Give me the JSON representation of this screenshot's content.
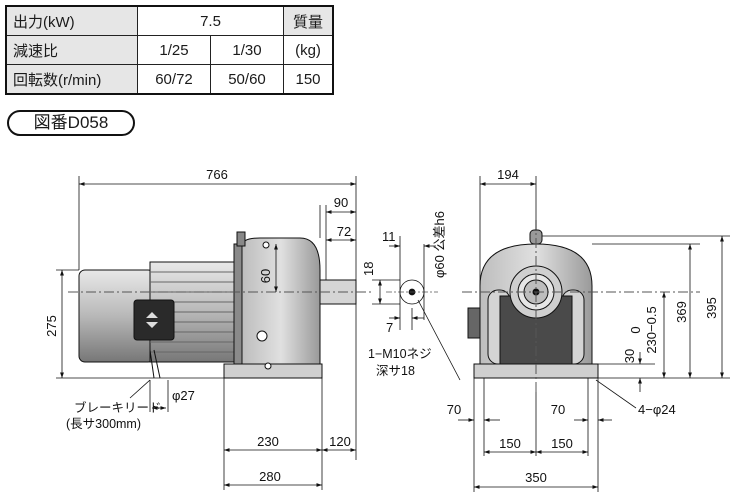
{
  "table": {
    "row1": {
      "label": "出力(kW)",
      "value": "7.5",
      "mass_header": "質量"
    },
    "row2": {
      "label": "減速比",
      "ratio_a": "1/25",
      "ratio_b": "1/30",
      "mass_unit": "(kg)"
    },
    "row3": {
      "label": "回転数(r/min)",
      "speed_a": "60/72",
      "speed_b": "50/60",
      "mass_value": "150"
    }
  },
  "figure_label": "図番D058",
  "dims": {
    "overall_length": "766",
    "d90": "90",
    "d72": "72",
    "d11": "11",
    "d18": "18",
    "d7": "7",
    "shaft": "φ60 公差h6",
    "height_275": "275",
    "d60": "60",
    "d194": "194",
    "d369": "369",
    "d395": "395",
    "tol": "0",
    "tol_low": "230−0.5",
    "d30": "30",
    "d70_left": "70",
    "d70_right": "70",
    "d150_left": "150",
    "d150_right": "150",
    "d350": "350",
    "holes": "4−φ24",
    "d230": "230",
    "d120": "120",
    "d280": "280",
    "phi27": "φ27"
  },
  "notes": {
    "tap_line1": "1−M10ネジ",
    "tap_line2": "深サ18",
    "brake_line1": "ブレーキリード",
    "brake_line2": "(長サ300mm)"
  }
}
